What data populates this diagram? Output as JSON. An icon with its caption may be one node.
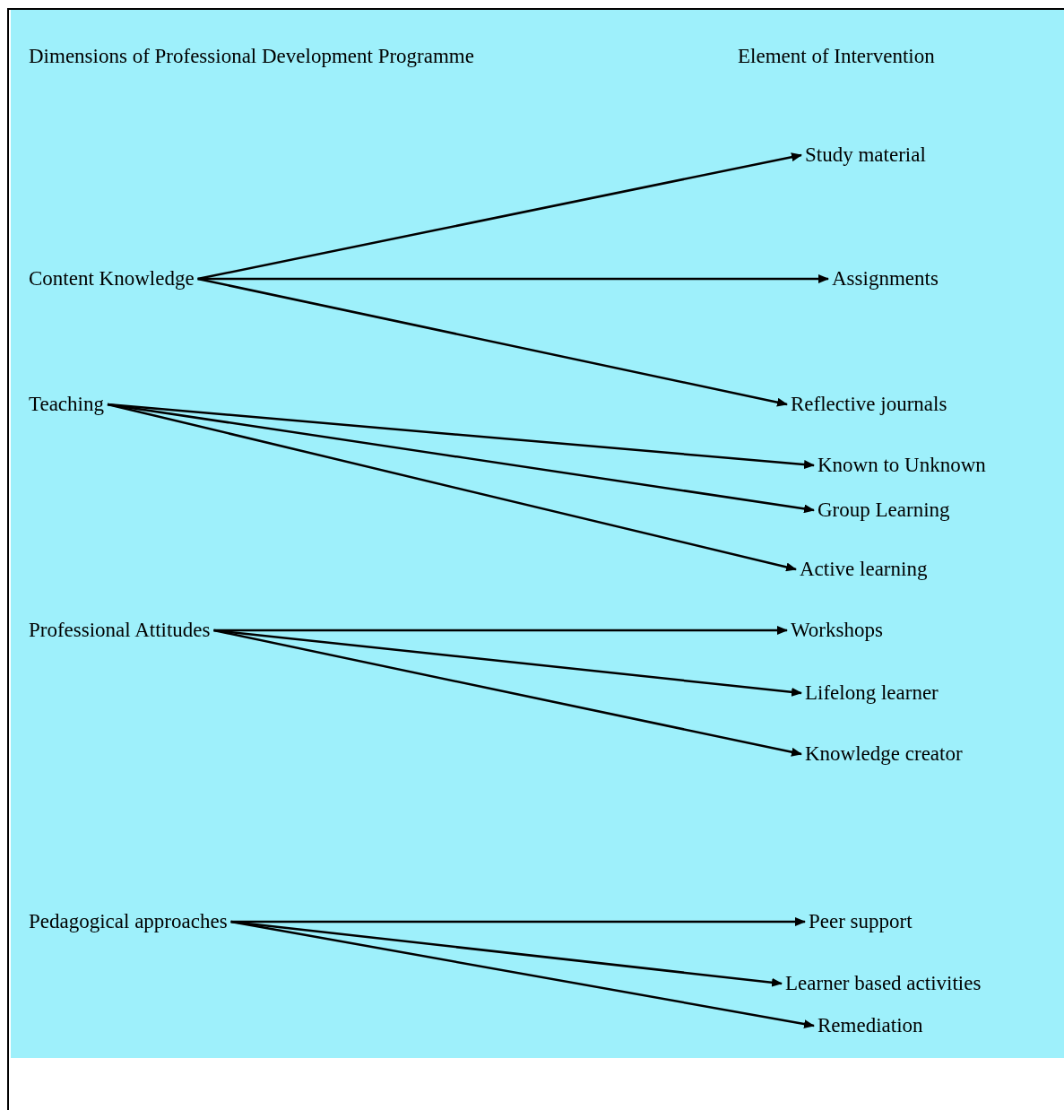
{
  "diagram": {
    "nodes": [
      {
        "text": [
          "Study material"
        ]
      },
      {
        "text": [
          "Content Knowledge"
        ]
      },
      {
        "text": [
          "Assignments"
        ]
      },
      {
        "text": [
          "Teaching"
        ]
      },
      {
        "text": [
          "Reflective journals"
        ]
      },
      {
        "text": [
          "Known to Unknown"
        ]
      },
      {
        "text": [
          "Group Learning"
        ]
      },
      {
        "text": [
          "Active learning"
        ]
      },
      {
        "text": [
          "Professional Attitudes"
        ]
      },
      {
        "text": [
          "Workshops"
        ]
      },
      {
        "text": [
          "Lifelong learner"
        ]
      },
      {
        "text": [
          "Knowledge creator"
        ]
      },
      {
        "text": [
          "Pedagogical approaches"
        ]
      },
      {
        "text": [
          "Peer support"
        ]
      },
      {
        "text": [
          "Learner based activities"
        ]
      },
      {
        "text": [
          "Remediation"
        ]
      }
    ],
    "edges": [
      {
        "from": 1,
        "to": 0,
        "arrow": "to"
      },
      {
        "from": 1,
        "to": 2,
        "arrow": "to"
      },
      {
        "from": 1,
        "to": 4,
        "arrow": "to"
      },
      {
        "from": 3,
        "to": 5,
        "arrow": "to"
      },
      {
        "from": 3,
        "to": 6,
        "arrow": "to"
      },
      {
        "from": 3,
        "to": 7,
        "arrow": "to"
      },
      {
        "from": 8,
        "to": 9,
        "arrow": "to"
      },
      {
        "from": 8,
        "to": 10,
        "arrow": "to"
      },
      {
        "from": 8,
        "to": 11,
        "arrow": "to"
      },
      {
        "from": 12,
        "to": 13,
        "arrow": "to"
      },
      {
        "from": 12,
        "to": 14,
        "arrow": "to"
      },
      {
        "from": 12,
        "to": 15,
        "arrow": "to"
      }
    ],
    "labels": [
      "Dimensions of Professional Development Programme",
      "Element of Intervention"
    ]
  }
}
